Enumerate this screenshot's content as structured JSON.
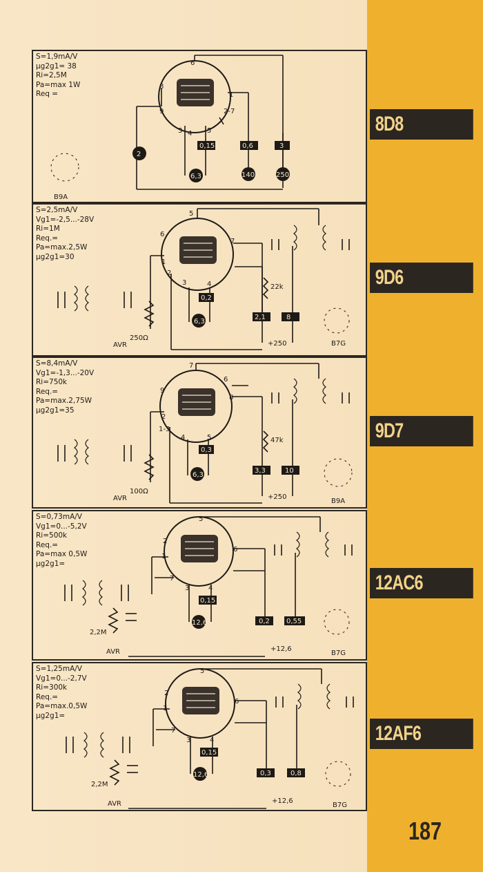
{
  "page_number": "187",
  "colors": {
    "tab": "#efb12d",
    "ink": "#2b2620",
    "paper": "#f7e3c0"
  },
  "tubes": [
    {
      "name": "8D8",
      "specs": [
        "S=1,9mA/V",
        "µg2g1= 38",
        "Ri=2,5M",
        "Pa=max 1W",
        "Req ="
      ],
      "base": "B9A",
      "pins": [
        "8",
        "1",
        "9",
        "3",
        "4",
        "5",
        "2-7",
        "6"
      ],
      "voltages": [
        "0,15",
        "0,6",
        "3"
      ],
      "supplies": [
        "2",
        "6,3",
        "140",
        "250"
      ]
    },
    {
      "name": "9D6",
      "specs": [
        "S=2,5mA/V",
        "Vg1=-2,5...-28V",
        "Ri=1M",
        "Req.=",
        "Pa=max.2,5W",
        "µg2g1=30"
      ],
      "base": "B7G",
      "pins": [
        "5",
        "6",
        "7",
        "1",
        "2",
        "3",
        "4"
      ],
      "voltages": [
        "0,2",
        "2,1",
        "8"
      ],
      "supplies": [
        "6,3",
        "+250"
      ],
      "resistors": [
        "22k",
        "250Ω"
      ],
      "avr": "AVR"
    },
    {
      "name": "9D7",
      "specs": [
        "S=8,4mA/V",
        "Vg1=-1,3...-20V",
        "Ri=750k",
        "Req.=",
        "Pa=max.2,75W",
        "µg2g1=35"
      ],
      "base": "B9A",
      "pins": [
        "7",
        "6",
        "9",
        "8",
        "2",
        "1-3",
        "4",
        "5"
      ],
      "voltages": [
        "0,3",
        "3,3",
        "10"
      ],
      "supplies": [
        "6,3",
        "+250"
      ],
      "resistors": [
        "47k",
        "100Ω"
      ],
      "avr": "AVR"
    },
    {
      "name": "12AC6",
      "specs": [
        "S=0,73mA/V",
        "Vg1=0...-5,2V",
        "Ri=500k",
        "Req.=",
        "Pa=max 0,5W",
        "µg2g1="
      ],
      "base": "B7G",
      "pins": [
        "5",
        "2",
        "1",
        "6",
        "7",
        "3",
        "4"
      ],
      "voltages": [
        "0,15",
        "0,2",
        "0,55"
      ],
      "supplies": [
        "12,6",
        "+12,6"
      ],
      "resistors": [
        "2,2M"
      ],
      "avr": "AVR"
    },
    {
      "name": "12AF6",
      "specs": [
        "S=1,25mA/V",
        "Vg1=0...-2,7V",
        "Ri=300k",
        "Req.=",
        "Pa=max.0,5W",
        "µg2g1="
      ],
      "base": "B7G",
      "pins": [
        "5",
        "2",
        "1",
        "6",
        "7",
        "3",
        "4"
      ],
      "voltages": [
        "0,15",
        "0,3",
        "0,8"
      ],
      "supplies": [
        "12,6",
        "+12,6"
      ],
      "resistors": [
        "2,2M"
      ],
      "avr": "AVR"
    }
  ]
}
